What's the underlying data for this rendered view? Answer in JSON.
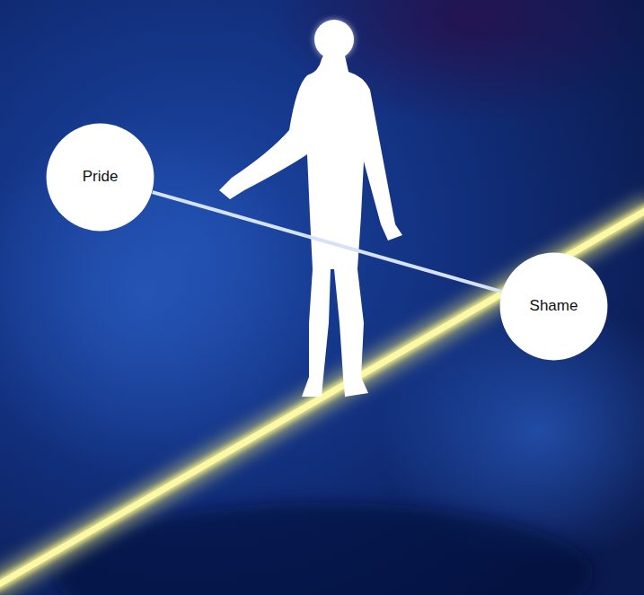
{
  "diagram": {
    "nodes": [
      {
        "text": [
          "Pride"
        ]
      },
      {
        "text": [
          "Shame"
        ]
      }
    ],
    "edges": [
      {
        "from": 0,
        "to": 1,
        "arrow": "none"
      }
    ]
  }
}
